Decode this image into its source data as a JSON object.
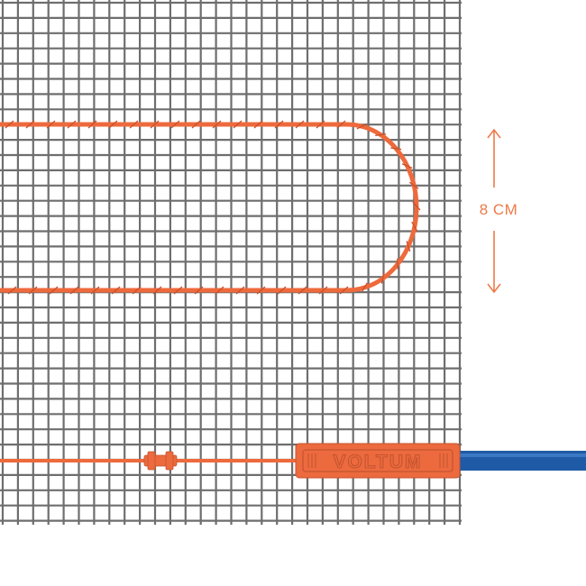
{
  "image": {
    "subject": "heating-cable-on-mesh-mat",
    "colors": {
      "background": "#ffffff",
      "grid": "#6e6e6e",
      "cable": "#ee6a3c",
      "cable_dark": "#c9502a",
      "connector": "#ec6a3e",
      "connector_dark": "#c4542e",
      "power_cable": "#1f5aa6",
      "dimension": "#ee7a4a"
    },
    "icons": {
      "dimension_arrow": "double-headed-vertical-arrow-icon"
    }
  },
  "dimension": {
    "label": "8 CM"
  },
  "connector": {
    "brand": "VOLTUM"
  }
}
